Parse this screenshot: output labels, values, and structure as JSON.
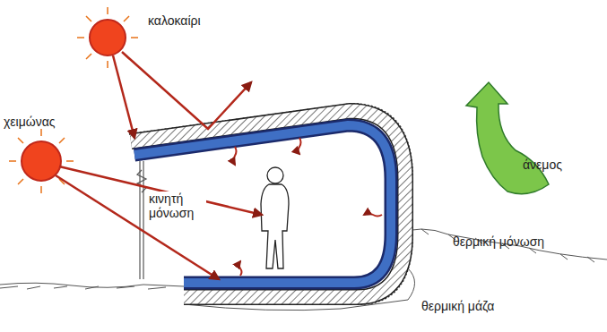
{
  "diagram": {
    "labels": [
      "καλοκαίρι",
      "χειμώνας",
      "κινητή μόνωση",
      "άνεμος",
      "θερμική μόνωση",
      "θερμική μάζα"
    ]
  }
}
